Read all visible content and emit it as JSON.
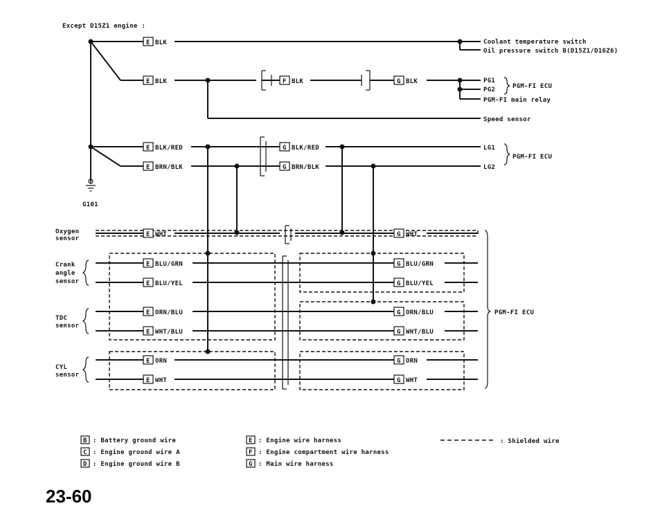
{
  "header": {
    "title": "Except D15Z1 engine :"
  },
  "components": {
    "coolant": "Coolant temperature switch",
    "oil": "Oil pressure switch B(D15Z1/D16Z6)",
    "pg1": "PG1",
    "pg2": "PG2",
    "ecu": "PGM-FI ECU",
    "main_relay": "PGM-FI main relay",
    "speed": "Speed sensor",
    "lg1": "LG1",
    "lg2": "LG2",
    "ground": "G101",
    "oxygen": [
      "Oxygen",
      "sensor"
    ],
    "crank": [
      "Crank",
      "angle",
      "sensor"
    ],
    "tdc": [
      "TDC",
      "sensor"
    ],
    "cyl": [
      "CYL",
      "sensor"
    ]
  },
  "harness": {
    "e": "E",
    "f": "F",
    "g": "G"
  },
  "wires": {
    "blk": "BLK",
    "blk_red": "BLK/RED",
    "brn_blk": "BRN/BLK",
    "wht": "WHT",
    "blu_grn": "BLU/GRN",
    "blu_yel": "BLU/YEL",
    "orn_blu": "ORN/BLU",
    "wht_blu": "WHT/BLU",
    "orn": "ORN"
  },
  "legend": {
    "b": {
      "letter": "B",
      "text": ": Battery ground wire"
    },
    "c": {
      "letter": "C",
      "text": ": Engine ground wire A"
    },
    "d": {
      "letter": "D",
      "text": ": Engine ground wire B"
    },
    "e": {
      "letter": "E",
      "text": ": Engine wire harness"
    },
    "f": {
      "letter": "F",
      "text": ": Engine compartment wire harness"
    },
    "g": {
      "letter": "G",
      "text": ": Main wire harness"
    },
    "shielded": ": Shielded wire"
  },
  "page_number": "23-60"
}
